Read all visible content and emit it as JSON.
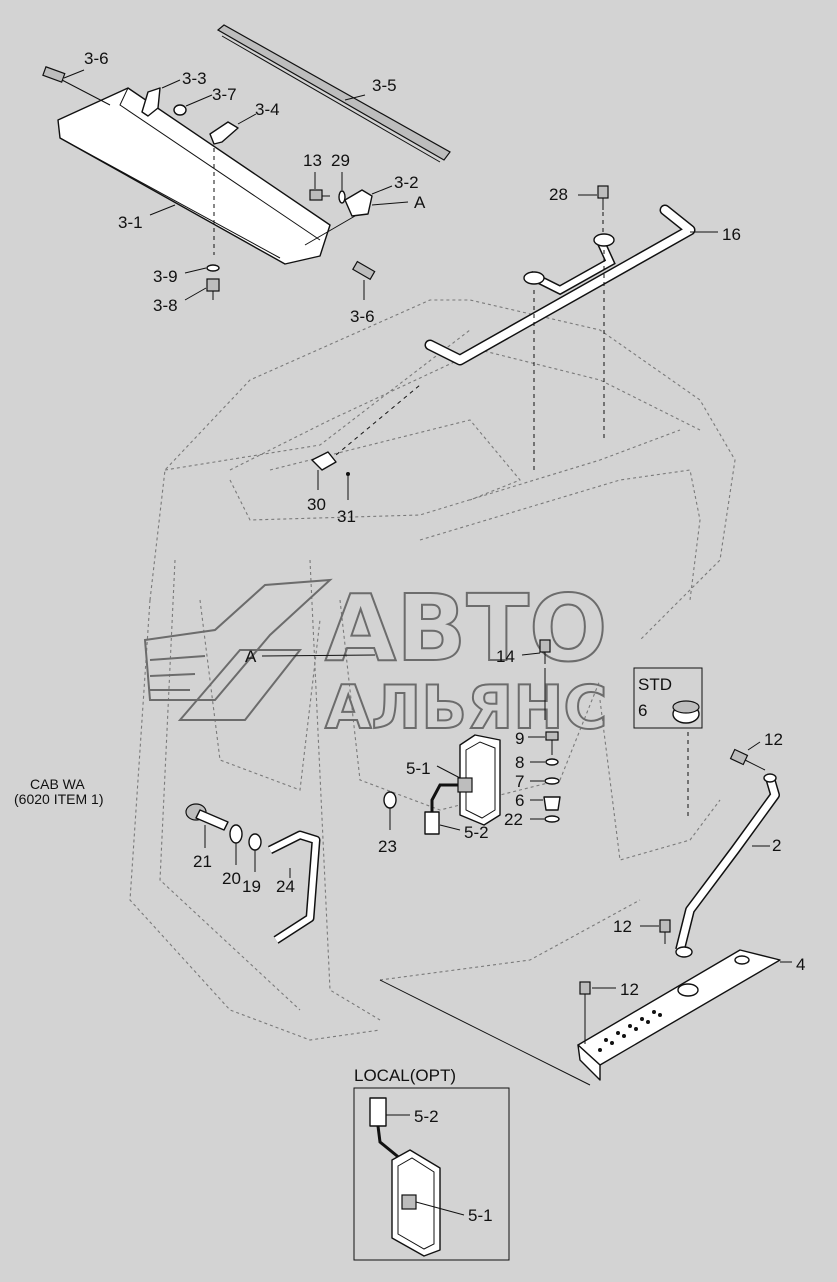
{
  "callouts": {
    "c36a": "3-6",
    "c33": "3-3",
    "c37": "3-7",
    "c35": "3-5",
    "c34": "3-4",
    "c13": "13",
    "c29": "29",
    "c32": "3-2",
    "cA1": "A",
    "c31p": "3-1",
    "c39": "3-9",
    "c38": "3-8",
    "c36b": "3-6",
    "c28": "28",
    "c16": "16",
    "c30": "30",
    "c31": "31",
    "cA2": "A",
    "c14": "14",
    "cSTD": "STD",
    "c6std": "6",
    "c9": "9",
    "c8": "8",
    "c7": "7",
    "c6": "6",
    "c22": "22",
    "c51": "5-1",
    "c52": "5-2",
    "c23": "23",
    "c12a": "12",
    "c2": "2",
    "c21": "21",
    "c20": "20",
    "c19": "19",
    "c24": "24",
    "c12b": "12",
    "c4": "4",
    "c12c": "12",
    "c52b": "5-2",
    "c51b": "5-1"
  },
  "cab_note": {
    "line1": "CAB WA",
    "line2": "(6020 ITEM 1)"
  },
  "local_box": {
    "title": "LOCAL(OPT)"
  },
  "watermark": {
    "line1": "АВТО",
    "line2": "АЛЬЯНС"
  },
  "colors": {
    "background": "#d3d3d3",
    "ink": "#111111",
    "watermark": "#6c6c6c"
  }
}
